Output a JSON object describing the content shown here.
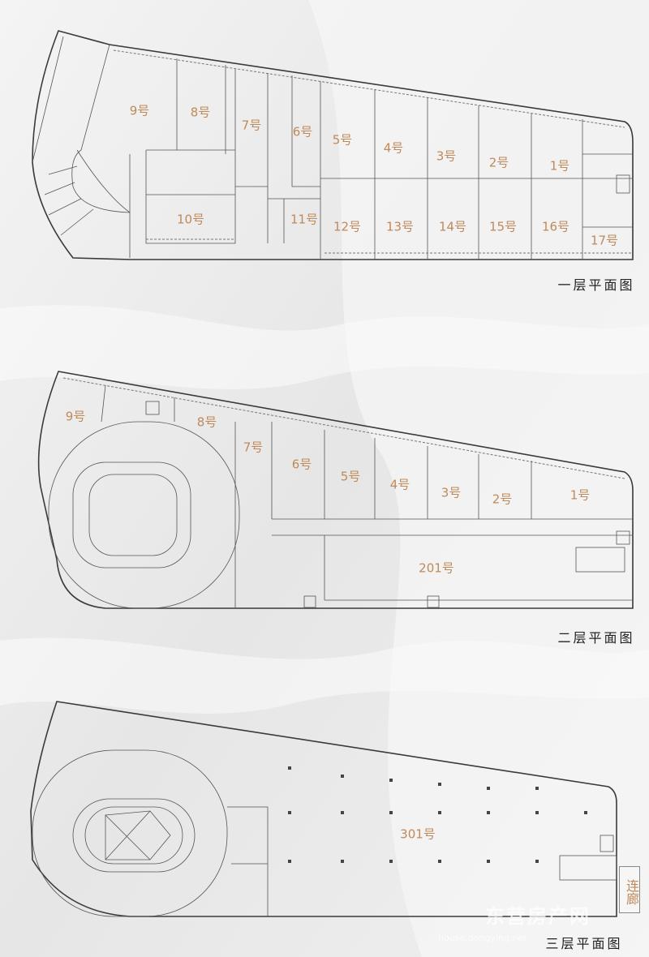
{
  "floor1": {
    "title": "一层平面图",
    "units": [
      "9号",
      "8号",
      "7号",
      "6号",
      "5号",
      "4号",
      "3号",
      "2号",
      "1号",
      "10号",
      "11号",
      "12号",
      "13号",
      "14号",
      "15号",
      "16号",
      "17号"
    ]
  },
  "floor2": {
    "title": "二层平面图",
    "units": [
      "9号",
      "8号",
      "7号",
      "6号",
      "5号",
      "4号",
      "3号",
      "2号",
      "1号",
      "201号"
    ]
  },
  "floor3": {
    "title": "三层平面图",
    "units": [
      "301号"
    ],
    "corridor": "连廊"
  },
  "watermark": {
    "name": "东营房产网",
    "url": "house.dongying.net"
  },
  "colors": {
    "unit_label": "#c0895a",
    "background": "#ececec",
    "wall": "#3a3a3a"
  }
}
